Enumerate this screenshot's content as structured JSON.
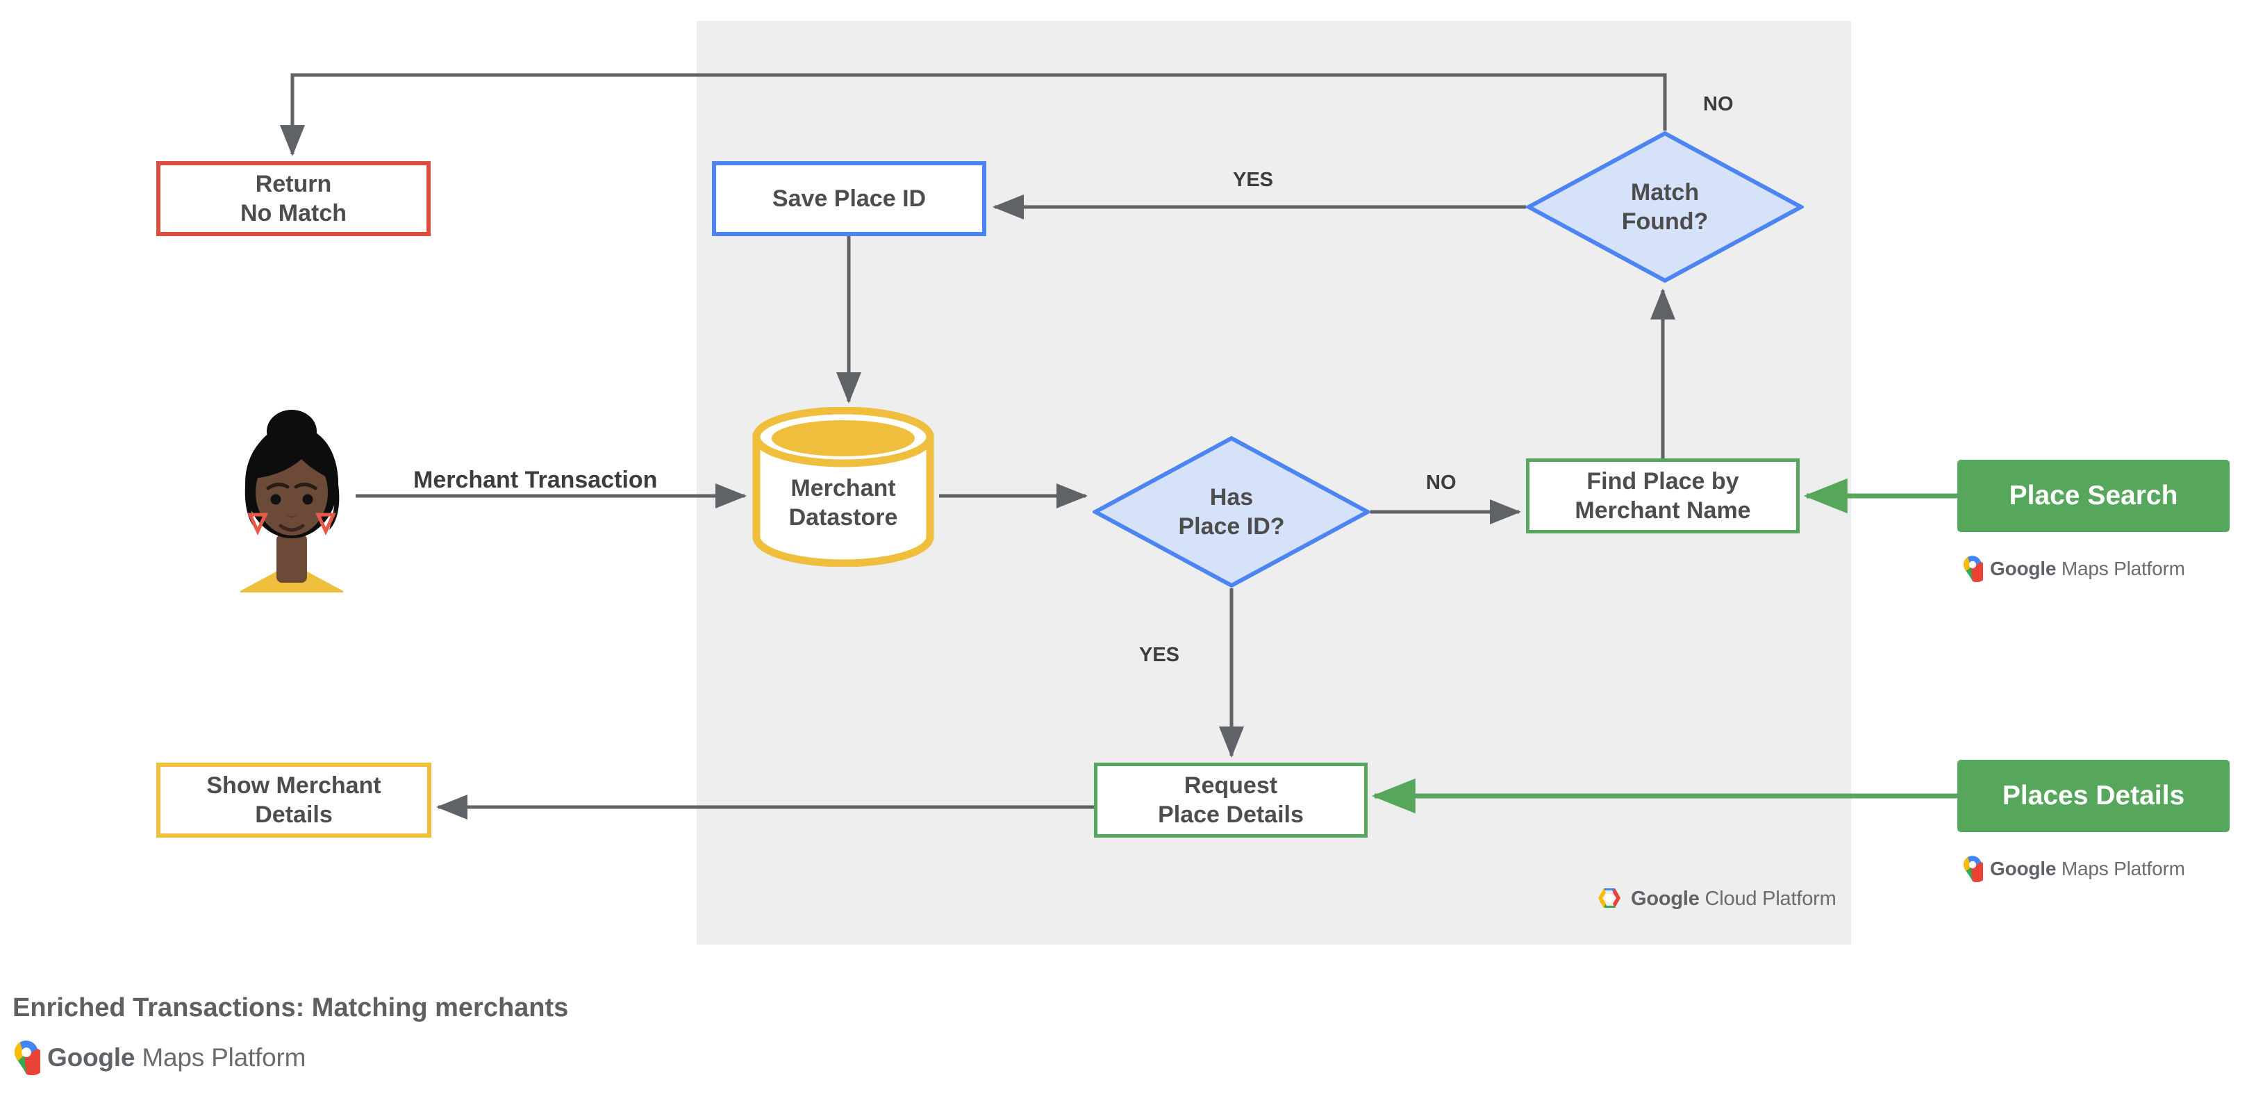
{
  "caption": "Enriched Transactions: Matching merchants",
  "colors": {
    "panel_bg": "#eeeeee",
    "red": "#DB4E3F",
    "blue": "#4C84F1",
    "blue_fill": "#D5E2FA",
    "green": "#56A75C",
    "amber": "#EFBE3D",
    "arrow_gray": "#5f6368",
    "text_gray": "#4d4d4d"
  },
  "nodes": {
    "return_no_match": {
      "label": "Return\nNo Match",
      "shape": "rect",
      "color": "red"
    },
    "save_place_id": {
      "label": "Save Place ID",
      "shape": "rect",
      "color": "blue"
    },
    "match_found": {
      "label": "Match\nFound?",
      "shape": "diamond",
      "color": "blue"
    },
    "merchant_datastore": {
      "label": "Merchant\nDatastore",
      "shape": "cylinder",
      "color": "amber"
    },
    "has_place_id": {
      "label": "Has\nPlace ID?",
      "shape": "diamond",
      "color": "blue"
    },
    "find_place_by_merchant_name": {
      "label": "Find Place by\nMerchant Name",
      "shape": "rect",
      "color": "green"
    },
    "request_place_details": {
      "label": "Request\nPlace Details",
      "shape": "rect",
      "color": "green"
    },
    "show_merchant_details": {
      "label": "Show Merchant\nDetails",
      "shape": "rect",
      "color": "amber"
    },
    "place_search": {
      "label": "Place Search",
      "shape": "rect-filled",
      "color": "green"
    },
    "places_details": {
      "label": "Places Details",
      "shape": "rect-filled",
      "color": "green"
    }
  },
  "edge_labels": {
    "merchant_transaction": "Merchant Transaction",
    "yes_match_found": "YES",
    "no_match_found": "NO",
    "no_has_place_id": "NO",
    "yes_has_place_id": "YES"
  },
  "branding": {
    "maps_platform": {
      "bold": "Google",
      "light": "Maps Platform",
      "icon": "google-maps-pin-icon"
    },
    "cloud_platform": {
      "bold": "Google",
      "light": "Cloud Platform",
      "icon": "google-cloud-hexagon-icon"
    }
  },
  "avatar": {
    "icon": "person-avatar-icon",
    "skin": "#6B4A38",
    "hair": "#0d0d0d",
    "shirt": "#EFBE3D",
    "earring": "#E8594A"
  }
}
